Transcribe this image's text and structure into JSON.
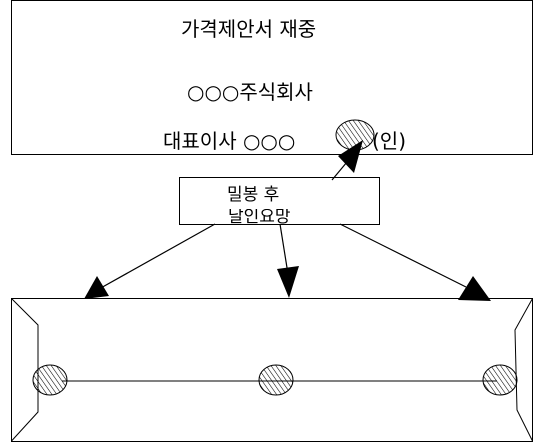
{
  "top_box": {
    "line1": "가격제안서 재중",
    "line2": "○○○주식회사",
    "line3_prefix": "대표이사 ○○○",
    "line3_suffix": "(인)"
  },
  "middle_box": {
    "line1": "밀봉 후",
    "line2": "날인요망"
  },
  "colors": {
    "stroke": "#000000",
    "fill": "#ffffff",
    "hatch": "#000000"
  }
}
